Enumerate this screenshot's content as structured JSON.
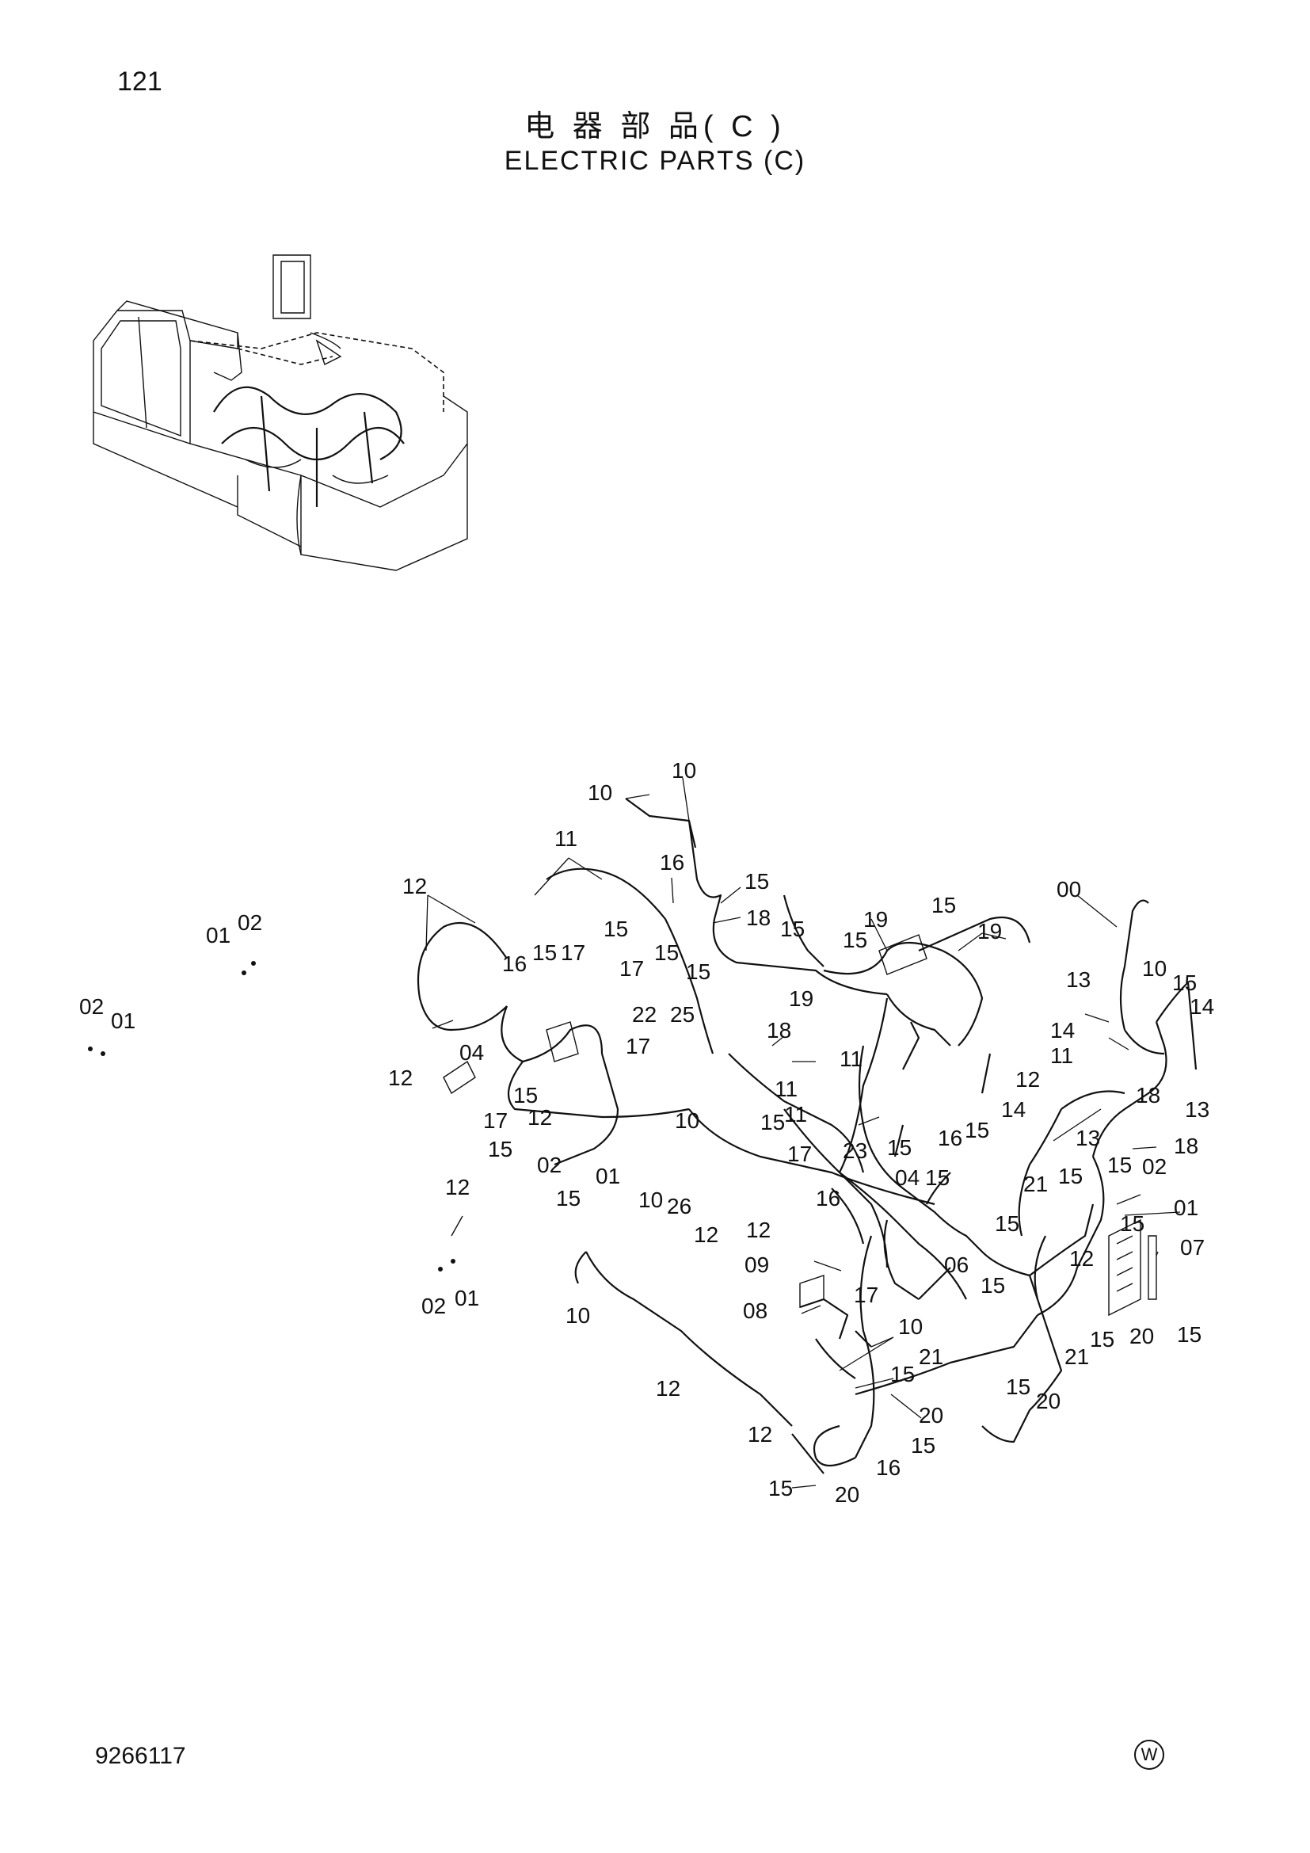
{
  "header": {
    "page_number": "121",
    "title_cn": "电 器 部 品( C )",
    "title_en": "ELECTRIC PARTS (C)"
  },
  "footer": {
    "doc_id": "9266117",
    "mark": "W"
  },
  "callouts": {
    "c00": "00",
    "c01": "01",
    "c02": "02",
    "c04": "04",
    "c06": "06",
    "c07": "07",
    "c08": "08",
    "c09": "09",
    "c10": "10",
    "c11": "11",
    "c12": "12",
    "c13": "13",
    "c14": "14",
    "c15": "15",
    "c16": "16",
    "c17": "17",
    "c18": "18",
    "c19": "19",
    "c20": "20",
    "c21": "21",
    "c22": "22",
    "c23": "23",
    "c25": "25",
    "c26": "26"
  }
}
